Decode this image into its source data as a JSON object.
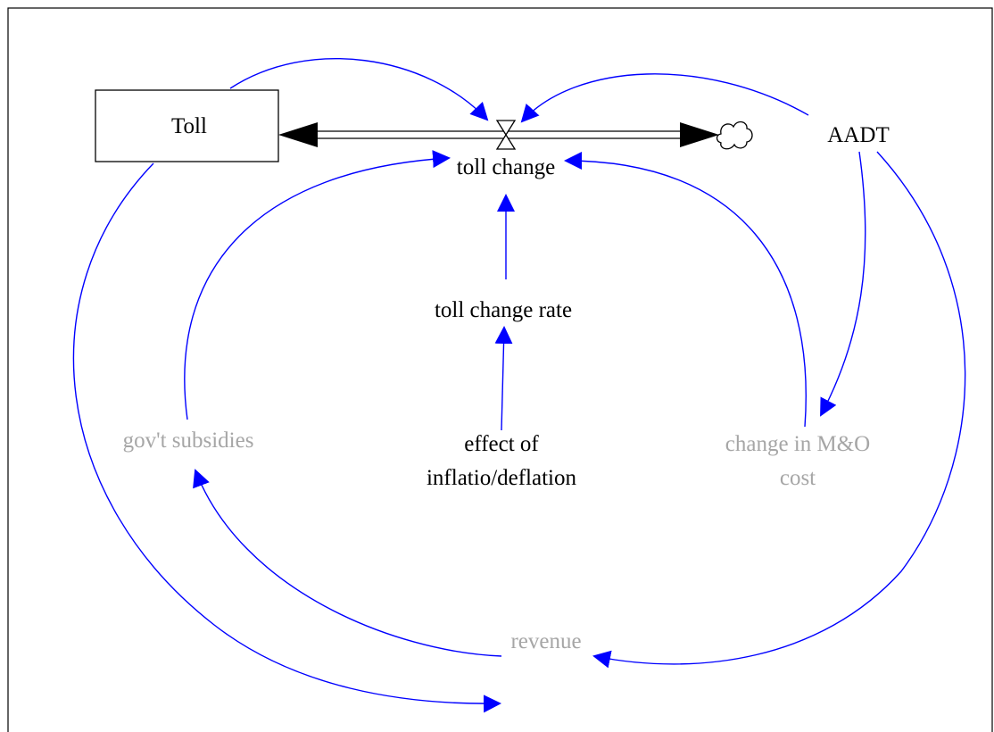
{
  "diagram": {
    "stock": {
      "label": "Toll"
    },
    "flow": {
      "label": "toll change"
    },
    "variables": {
      "aadt": "AADT",
      "toll_change_rate": "toll change rate",
      "effect_line1": "effect of",
      "effect_line2": "inflatio/deflation",
      "subsidies": "gov't subsidies",
      "mo_line1": "change in M&O",
      "mo_line2": "cost",
      "revenue": "revenue"
    },
    "colors": {
      "link": "#0000ff",
      "shadow_variable": "#a6a6a6",
      "text": "#000000"
    },
    "icons": {
      "sink": "cloud-icon",
      "valve": "valve-icon"
    }
  }
}
